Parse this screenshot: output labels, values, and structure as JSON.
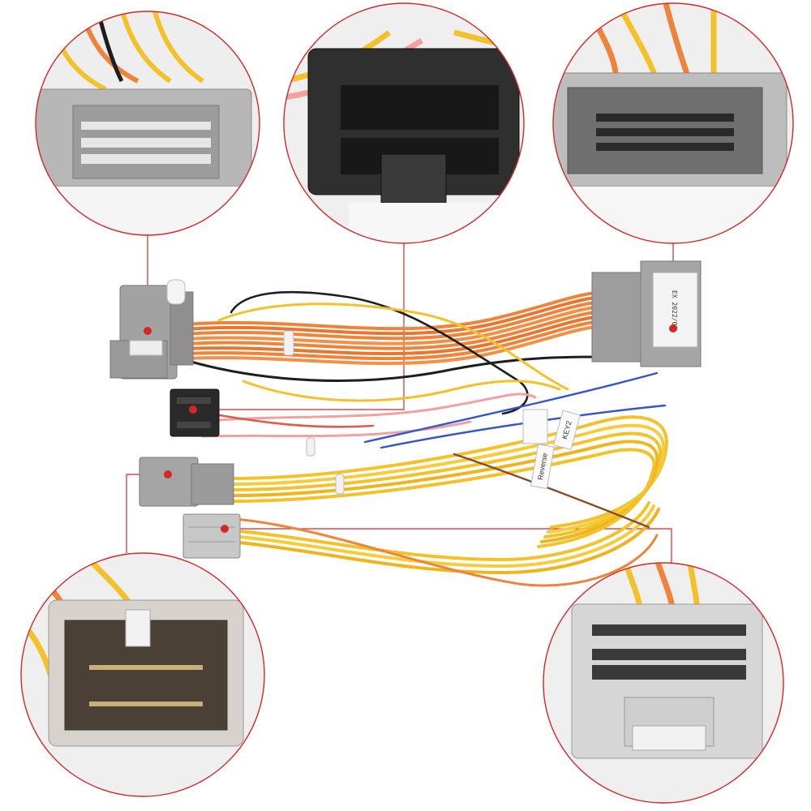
{
  "labels": {
    "main_connector_text": "EX 2022/09",
    "tag_key": "KEY2",
    "tag_reverse": "Reverse"
  },
  "colors": {
    "callout_red": "#d42828",
    "wire_orange": "#f0833a",
    "wire_yellow": "#f3c12a",
    "wire_black": "#1e1e1e",
    "wire_blue": "#3355cc",
    "wire_pink": "#f3a0a0",
    "wire_brown": "#8a4a2a",
    "connector_gray": "#9d9d9d",
    "connector_light_gray": "#d8d8d8",
    "connector_black": "#2a2a2a"
  }
}
